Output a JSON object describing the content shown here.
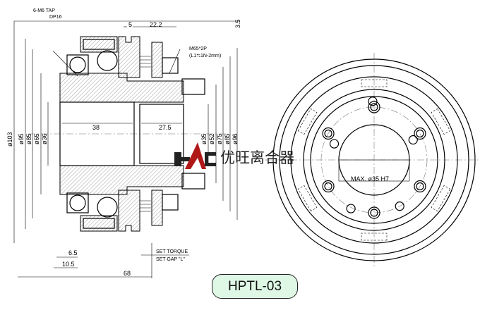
{
  "model_label": "HPTL-03",
  "brand": {
    "logo_text": "HAC",
    "name": "优旺离合器",
    "logo_color": "#b01818"
  },
  "annotations": {
    "tap": "6-M6 TAP",
    "tap_depth": "DP16",
    "nut": "M65*2P",
    "nut_note": "(L1≒1N-2mm)",
    "set_torque": "SET TORQUE",
    "set_gap": "SET GAP \"L\"",
    "max_bore": "MAX. ø35 H7"
  },
  "dimensions": {
    "top_5": "5",
    "top_22_2": "22.2",
    "top_3_5": "3.5",
    "len_38": "38",
    "len_27_5": "27.5",
    "left_diams": [
      "ø103",
      "ø95",
      "ø85",
      "ø65",
      "ø36"
    ],
    "right_diams": [
      "ø35",
      "ø52",
      "ø75",
      "ø85",
      "ø96"
    ],
    "bot_6_5": "6.5",
    "bot_10_5": "10.5",
    "bot_68": "68"
  }
}
